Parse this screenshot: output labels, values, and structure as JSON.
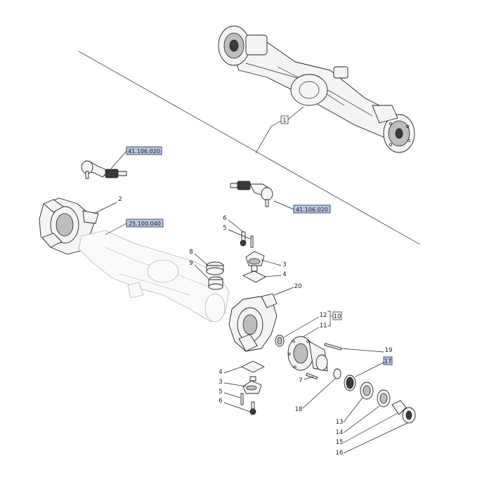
{
  "callouts": {
    "c1": "1",
    "c2": "2",
    "c3a": "3",
    "c3b": "3",
    "c4a": "4",
    "c4b": "4",
    "c5a": "5",
    "c5b": "5",
    "c6a": "6",
    "c6b": "6",
    "c7": "7",
    "c8": "8",
    "c9": "9",
    "c10": "10",
    "c11": "11",
    "c12": "12",
    "c13": "13",
    "c14": "14",
    "c15": "15",
    "c16": "16",
    "c17": "17",
    "c18": "18",
    "c19": "19",
    "c20": "20"
  },
  "references": {
    "tie_rod_left": "41.106.020",
    "tie_rod_right": "41.106.020",
    "axle_housing": "25.100.040"
  },
  "colors": {
    "reference_box_fill": "#b9c7de",
    "reference_box_stroke": "#2c3e66",
    "line": "#1a1a1a"
  }
}
